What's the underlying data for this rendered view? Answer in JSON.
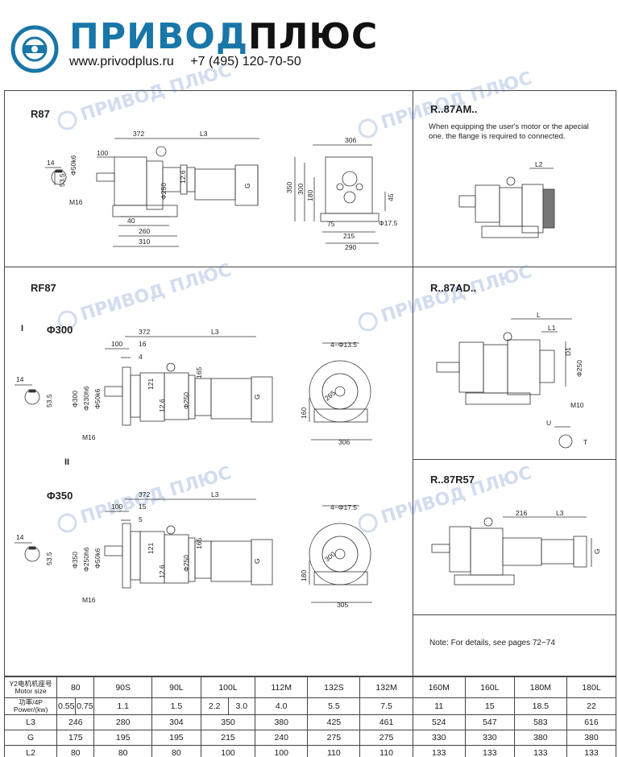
{
  "header": {
    "brand_part1": "ПРИВОД",
    "brand_part2": "ПЛЮС",
    "website": "www.privodplus.ru",
    "phone": "+7 (495) 120-70-50"
  },
  "watermark": "ПРИВОД ПЛЮС",
  "panels": {
    "r87": {
      "title": "R87",
      "dims": {
        "d372": "372",
        "dL3": "L3",
        "d100": "100",
        "d14": "14",
        "dphi50": "Φ50k6",
        "d535": "53.5",
        "d250": "Φ250",
        "d126": "12.6",
        "dG": "G",
        "dM16": "M16",
        "d40": "40",
        "d260": "260",
        "d310": "310",
        "d306": "306",
        "d350": "350",
        "d300": "300",
        "d180": "180",
        "d45": "45",
        "d75": "75",
        "d175": "Φ17.5",
        "d215": "215",
        "d290": "290"
      }
    },
    "r87am": {
      "title": "R..87AM..",
      "note": "When equipping the user's motor or the apecial one. the flange is required to connected.",
      "dims": {
        "dL2": "L2"
      }
    },
    "rf87": {
      "title": "RF87",
      "roman1": "I",
      "roman2": "II",
      "variant1": "Φ300",
      "variant2": "Φ350",
      "dims1": {
        "d372": "372",
        "dL3": "L3",
        "d100": "100",
        "d16": "16",
        "d4": "4",
        "d14": "14",
        "d535": "53.5",
        "dphi300": "Φ300",
        "dphi230": "Φ230h6",
        "dphi50": "Φ50k6",
        "d121": "121",
        "d126": "12.6",
        "d250": "Φ250",
        "d165": "165",
        "dG": "G",
        "dM16": "M16",
        "d4135": "4−Φ13.5",
        "d265": "265",
        "d160": "160",
        "d306": "306"
      },
      "dims2": {
        "d372": "372",
        "dL3": "L3",
        "d100": "100",
        "d15": "15",
        "d5": "5",
        "d14": "14",
        "d535": "53.5",
        "dphi350": "Φ350",
        "dphi250h6": "Φ250h6",
        "dphi50": "Φ50k6",
        "d121": "121",
        "d126": "12.6",
        "d250": "Φ250",
        "d165": "165",
        "dG": "G",
        "dM16": "M16",
        "d4175": "4−Φ17.5",
        "d300": "300",
        "d180": "180",
        "d305": "305"
      }
    },
    "r87ad": {
      "title": "R..87AD..",
      "dims": {
        "dL": "L",
        "dL1": "L1",
        "dD1": "D1",
        "dphi250": "Φ250",
        "dM10": "M10",
        "dU": "U",
        "dT": "T"
      }
    },
    "r87r57": {
      "title": "R..87R57",
      "dims": {
        "d216": "216",
        "dL3": "L3",
        "dG": "G"
      }
    },
    "note": "Note: For details, see pages 72−74"
  },
  "table": {
    "motor_label_line1": "Y2电机机座号",
    "motor_label_line2": "Motor size",
    "power_label_line1": "功率/4P",
    "power_label_line2": "Power/(kw)",
    "motor_sizes": [
      "80",
      "90S",
      "90L",
      "100L",
      "112M",
      "132S",
      "132M",
      "160M",
      "160L",
      "180M",
      "180L"
    ],
    "power": [
      "0.55",
      "0.75",
      "1.1",
      "1.5",
      "2.2",
      "3.0",
      "4.0",
      "5.5",
      "7.5",
      "11",
      "15",
      "18.5",
      "22"
    ],
    "rows": [
      {
        "label": "L3",
        "values": [
          "246",
          "280",
          "304",
          "350",
          "380",
          "425",
          "461",
          "524",
          "547",
          "583",
          "616"
        ]
      },
      {
        "label": "G",
        "values": [
          "175",
          "195",
          "195",
          "215",
          "240",
          "275",
          "275",
          "330",
          "330",
          "380",
          "380"
        ]
      },
      {
        "label": "L2",
        "values": [
          "80",
          "80",
          "80",
          "100",
          "100",
          "110",
          "110",
          "133",
          "133",
          "133",
          "133"
        ]
      }
    ]
  },
  "colors": {
    "brand_blue": "#1976a8",
    "brand_dark": "#111111",
    "watermark": "#5c84c4"
  }
}
